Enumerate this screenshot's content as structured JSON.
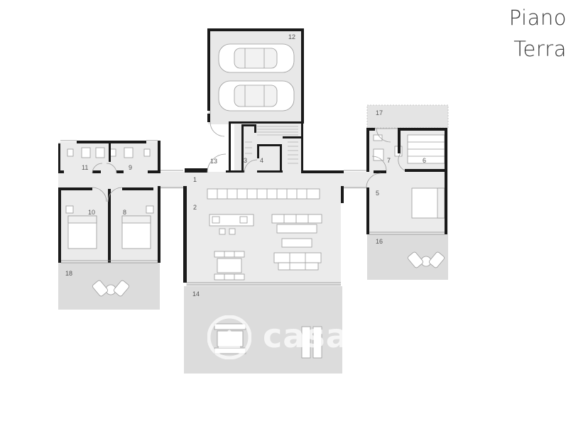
{
  "title": {
    "line1": "Piano",
    "line2": "Terra"
  },
  "watermark": {
    "text": "casa.it"
  },
  "rooms": [
    "1",
    "2",
    "3",
    "4",
    "5",
    "6",
    "7",
    "8",
    "9",
    "10",
    "11",
    "12",
    "13",
    "14",
    "16",
    "17",
    "18"
  ],
  "colors": {
    "floor": "#e8e8e8",
    "terrace": "#d8d8d8",
    "wall": "#1a1a1a",
    "furniture": "#ffffff",
    "furniture_stroke": "#9a9a9a",
    "label": "#555555",
    "title": "#3a3a3a"
  },
  "icons": [
    "car-icon",
    "sofa-icon",
    "table-icon",
    "bed-icon",
    "lounger-icon",
    "toilet-icon",
    "watermark-logo-icon"
  ]
}
